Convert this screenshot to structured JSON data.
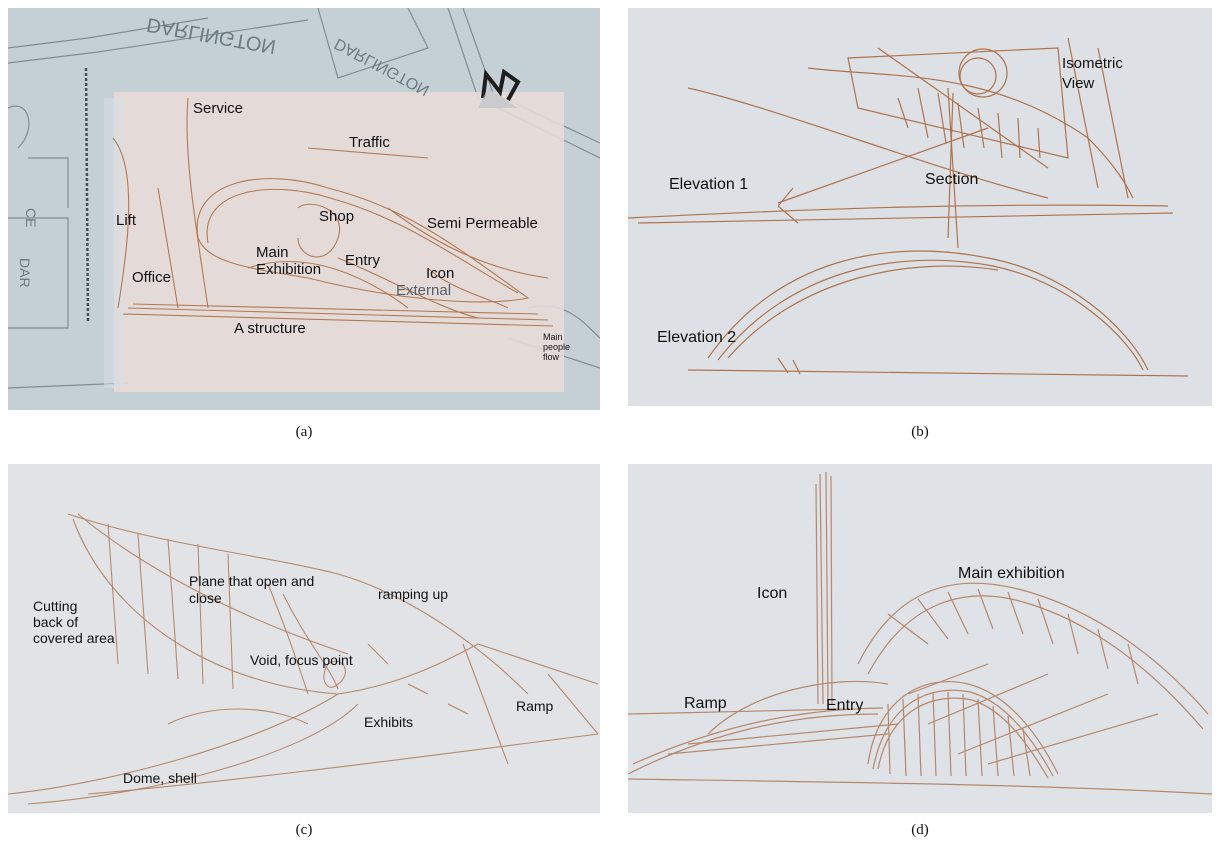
{
  "panels": {
    "a": {
      "caption": "(a)",
      "map_street_top": "DARLINGTON",
      "map_street_top2": "DARLINGTON",
      "map_street_left": "DAR",
      "map_street_left2": "CE",
      "labels": {
        "service": "Service",
        "traffic": "Traffic",
        "lift": "Lift",
        "shop": "Shop",
        "semi_permeable": "Semi Permeable",
        "main_exhibition": "Main\nExhibition",
        "entry": "Entry",
        "icon": "Icon",
        "office": "Office",
        "external": "External",
        "a_structure": "A structure",
        "main_people_flow": "Main\npeople\nflow"
      }
    },
    "b": {
      "caption": "(b)",
      "labels": {
        "isometric_view": "Isometric\nView",
        "elevation_1": "Elevation 1",
        "section": "Section",
        "elevation_2": "Elevation 2"
      }
    },
    "c": {
      "caption": "(c)",
      "labels": {
        "plane": "Plane that open and\nclose",
        "cutting_back": "Cutting\nback of\ncovered area",
        "ramping_up": "ramping up",
        "void": "Void, focus point",
        "ramp": "Ramp",
        "exhibits": "Exhibits",
        "dome": "Dome, shell"
      }
    },
    "d": {
      "caption": "(d)",
      "labels": {
        "icon": "Icon",
        "main_exhibition": "Main exhibition",
        "ramp": "Ramp",
        "entry": "Entry"
      }
    }
  },
  "colors": {
    "sketch_ink": "#a9683e",
    "map_ink": "#7f8c94",
    "paper_blue": "#c7d2d8",
    "overlay": "#e4d8d6"
  }
}
